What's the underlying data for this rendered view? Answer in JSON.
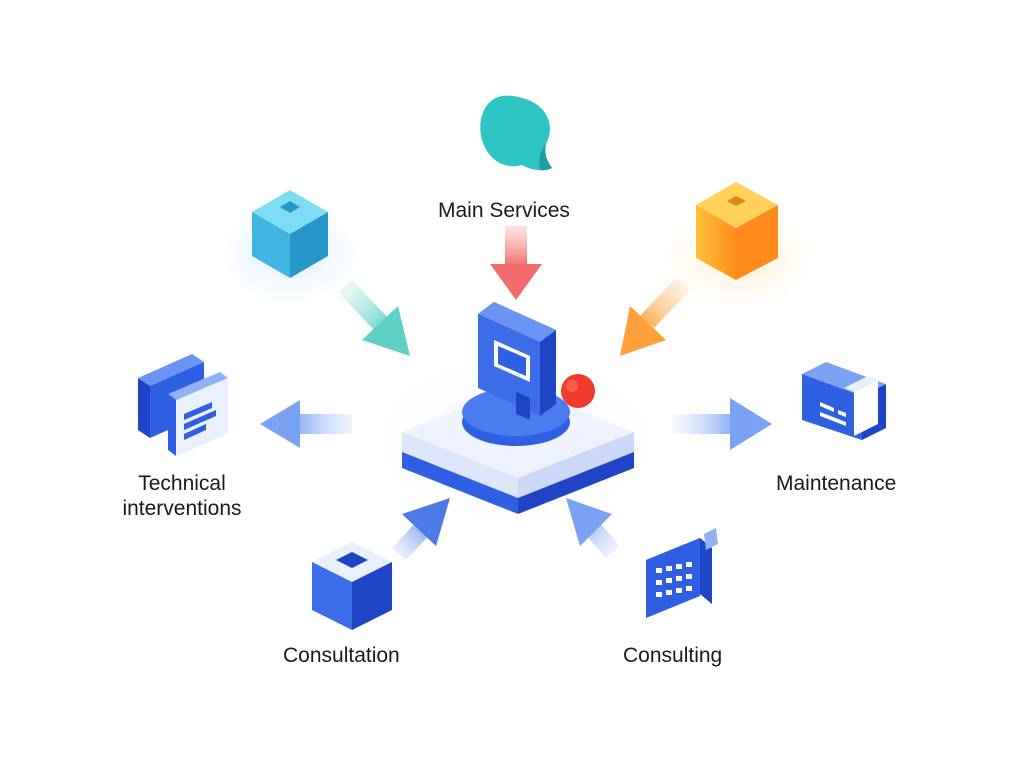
{
  "diagram": {
    "labels": {
      "main_services": "Main Services",
      "technical_line1": "Technical",
      "technical_line2": "interventions",
      "maintenance": "Maintenance",
      "consultation": "Consultation",
      "consulting": "Consulting"
    },
    "colors": {
      "primary_blue": "#2f5fe3",
      "dark_blue": "#1f44c6",
      "teal": "#2ec4c4",
      "cyan_cube": "#3fb6e0",
      "orange_cube": "#ffb020",
      "red_arrow": "#f26b6b",
      "orange_arrow": "#ffa84a",
      "teal_arrow": "#6fd6cf",
      "light_blue_arrow": "#8fb2f6",
      "red_dot": "#ef3b2d"
    }
  }
}
